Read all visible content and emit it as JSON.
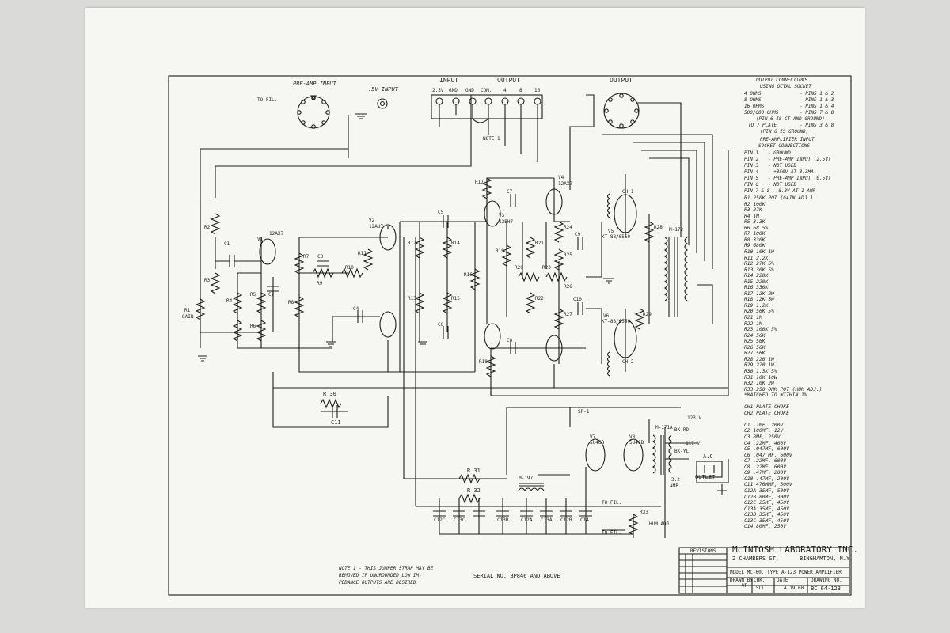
{
  "labels": {
    "preamp_input": "PRE-AMP INPUT",
    "v5_input": ".5V INPUT",
    "to_fil": "TO FIL.",
    "input": "INPUT",
    "output": "OUTPUT",
    "output_right": "OUTPUT",
    "terminal_labels": [
      "2.5V",
      "GND",
      "GND",
      "COM.",
      "4",
      "8",
      "16"
    ],
    "note1": "NOTE 1",
    "to_fil_1": "TO FIL.",
    "to_fil_2": "TO FIL."
  },
  "tubes": {
    "v1": "V1",
    "v1_type": "12AX7",
    "v2": "V2",
    "v2_type": "12AU7",
    "v3": "V3",
    "v3_type": "12BH7",
    "v4": "V4",
    "v4_type": "12AX7",
    "v5": "V5",
    "v5_type": "KT-88/6550",
    "v6": "V6",
    "v6_type": "KT-88/6550",
    "v7": "V7",
    "v7_type": "5U4GB",
    "v8": "V8",
    "v8_type": "5U4GB"
  },
  "components": {
    "r1": "R1",
    "gain": "GAIN",
    "r2": "R2",
    "r3": "R3",
    "r4": "R4",
    "r5": "R5",
    "r6": "R6",
    "r7": "R7",
    "r8": "R8",
    "r9": "R9",
    "r10": "R10",
    "r11": "R11",
    "r12": "R12",
    "r13": "R13",
    "r14": "R14",
    "r15": "R15",
    "r16": "R16",
    "r17": "R17",
    "r18": "R18",
    "r19": "R19",
    "r20": "R20",
    "r21": "R21",
    "r22": "R22",
    "r23": "R23",
    "r24": "R24",
    "r25": "R25",
    "r26": "R26",
    "r27": "R27",
    "r28": "R28",
    "r29": "R29",
    "r30": "R 30",
    "r31": "R 31",
    "r32": "R 32",
    "r33": "R33",
    "c1": "C1",
    "c2": "C2",
    "c3": "C3",
    "c4": "C4",
    "c5": "C5",
    "c6": "C6",
    "c7": "C7",
    "c8": "C8",
    "c9": "C9",
    "c10": "C10",
    "c11": "C11",
    "c12c": "C12C",
    "c13c": "C13C",
    "c13b": "C13B",
    "c12a": "C12A",
    "c13a": "C13A",
    "c14": "C14",
    "c12b": "C12B",
    "ch1": "CH 1",
    "ch2": "CH 2",
    "m172": "M-172",
    "m171a": "M-171A",
    "m197": "M-197",
    "sr1": "SR-1",
    "v123": "123 V",
    "v117": "117 V",
    "bk_rd": "BK-RD",
    "bk_yl": "BK-YL",
    "ac": "A.C",
    "outlet": "OUTLET",
    "amp32": "3.2",
    "amp": "AMP.",
    "hum_adj": "HUM ADJ"
  },
  "output_connections": {
    "title": "OUTPUT CONNECTIONS",
    "subtitle": "USING OCTAL SOCKET",
    "rows": [
      {
        "left": "4 OHMS",
        "right": "- PINS 1 & 2"
      },
      {
        "left": "8 OHMS",
        "right": "- PINS 1 & 3"
      },
      {
        "left": "16 OHMS",
        "right": "- PINS 1 & 4"
      },
      {
        "left": "500/600 OHMS",
        "right": "- PINS 7 & 8"
      },
      {
        "left": "(PIN 6 IS CT AND GROUND)",
        "right": ""
      },
      {
        "left": "TO 7 PLATE",
        "right": "- PINS 3 & 8"
      },
      {
        "left": "(PIN 6 IS GROUND)",
        "right": ""
      }
    ]
  },
  "preamp_connections": {
    "title": "PRE-AMPLIFIER INPUT",
    "subtitle": "SOCKET CONNECTIONS",
    "rows": [
      {
        "pin": "PIN 1",
        "desc": "- GROUND"
      },
      {
        "pin": "PIN 2",
        "desc": "- PRE-AMP INPUT (2.5V)"
      },
      {
        "pin": "PIN 3",
        "desc": "- NOT USED"
      },
      {
        "pin": "PIN 4",
        "desc": "- +350V AT 3.3MA"
      },
      {
        "pin": "PIN 5",
        "desc": "- PRE-AMP INPUT (0.5V)"
      },
      {
        "pin": "PIN 6",
        "desc": "- NOT USED"
      },
      {
        "pin": "PIN 7 & 8",
        "desc": "- 6.3V AT 1 AMP"
      }
    ]
  },
  "parts_list": [
    "R1  250K POT (GAIN ADJ.)",
    "R2  100K",
    "R3  27K",
    "R4  1M",
    "R5  3.3K",
    "R6  68 5%",
    "R7  100K",
    "R8  330K",
    "R9  680K",
    "R10  10K 1W",
    "R11  2.2K",
    "R12  27K 5%",
    "R13  30K 5%",
    "R14  220K",
    "R15  220K",
    "R16  330K",
    "R17  12K 2W",
    "R18  12K 5W",
    "R19  1.2K",
    "R20  56K 5%",
    "R21  1M",
    "R22  1M",
    "R23  100K 5%",
    "R24  56K",
    "R25  56K",
    "R26  56K",
    "R27  56K",
    "R28  220 1W",
    "R29  220 1W",
    "R30  1.3K 5%",
    "R31  10K 10W",
    "R32  10K 2W",
    "R33  250 OHM POT (HUM ADJ.)",
    "*MATCHED TO WITHIN 1%",
    "",
    "CH1  PLATE CHOKE",
    "CH2  PLATE CHOKE",
    "",
    "C1  .1MF, 200V",
    "C2  100MF, 12V",
    "C3  8MF, 250V",
    "C4  .22MF, 400V",
    "C5  .047MF, 600V",
    "C6  .047 MF, 600V",
    "C7  .22MF, 600V",
    "C8  .22MF, 600V",
    "C9  .47MF, 200V",
    "C10  .47MF, 200V",
    "C11  470MMF, 300V",
    "C12A  35MF, 500V",
    "C12B  80MF, 300V",
    "C12C  25MF, 450V",
    "C13A  35MF, 450V",
    "C13B  35MF, 450V",
    "C13C  35MF, 450V",
    "C14  80MF, 250V"
  ],
  "note": {
    "line1": "NOTE 1 - THIS JUMPER STRAP MAY BE",
    "line2": "REMOVED IF UNGROUNDED LOW IM-",
    "line3": "PEDANCE OUTPUTS ARE DESIRED"
  },
  "serial": "SERIAL NO. BP846 AND ABOVE",
  "title_block": {
    "revisions": "REVISIONS",
    "company": "McINTOSH LABORATORY INC.",
    "address": "2 CHAMBERS ST.",
    "city": "BINGHAMTON, N.Y.",
    "model": "MODEL MC-60, TYPE A-123 POWER AMPLIFIER",
    "drawn_by_label": "DRAWN BY",
    "drawn_by": "VR",
    "checked_label": "CHK.",
    "checked": "SCL",
    "date_label": "DATE",
    "date": "4.19.60",
    "drawing_no_label": "DRAWING NO.",
    "drawing_no": "BC 64-123"
  },
  "colors": {
    "paper": "#f6f6f3",
    "background": "#dadbd8",
    "ink": "#1d1d1d"
  }
}
